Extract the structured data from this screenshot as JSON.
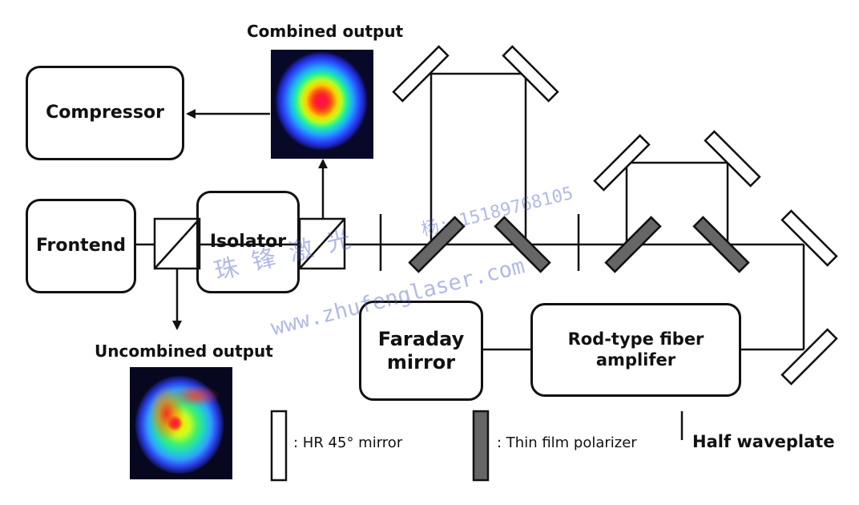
{
  "components": {
    "compressor": "Compressor",
    "frontend": "Frontend",
    "isolator": "Isolator",
    "faraday_mirror": [
      "Faraday",
      "mirror"
    ],
    "rod_amplifier": [
      "Rod-type fiber",
      "amplifer"
    ]
  },
  "beam_profiles": {
    "combined": "Combined output",
    "uncombined": "Uncombined output"
  },
  "legend": {
    "hr_mirror": ": HR 45° mirror",
    "tfp": ": Thin film polarizer",
    "half_waveplate": "Half waveplate"
  },
  "watermark": {
    "line1": "珠 锋 激 光",
    "phone": "杨: 15189768105",
    "url": "www.zhufenglaser.com"
  },
  "colors": {
    "line": "#111111",
    "polarizer_fill": "#666666",
    "mirror_fill": "#ffffff",
    "watermark": "#4a5ab8"
  }
}
